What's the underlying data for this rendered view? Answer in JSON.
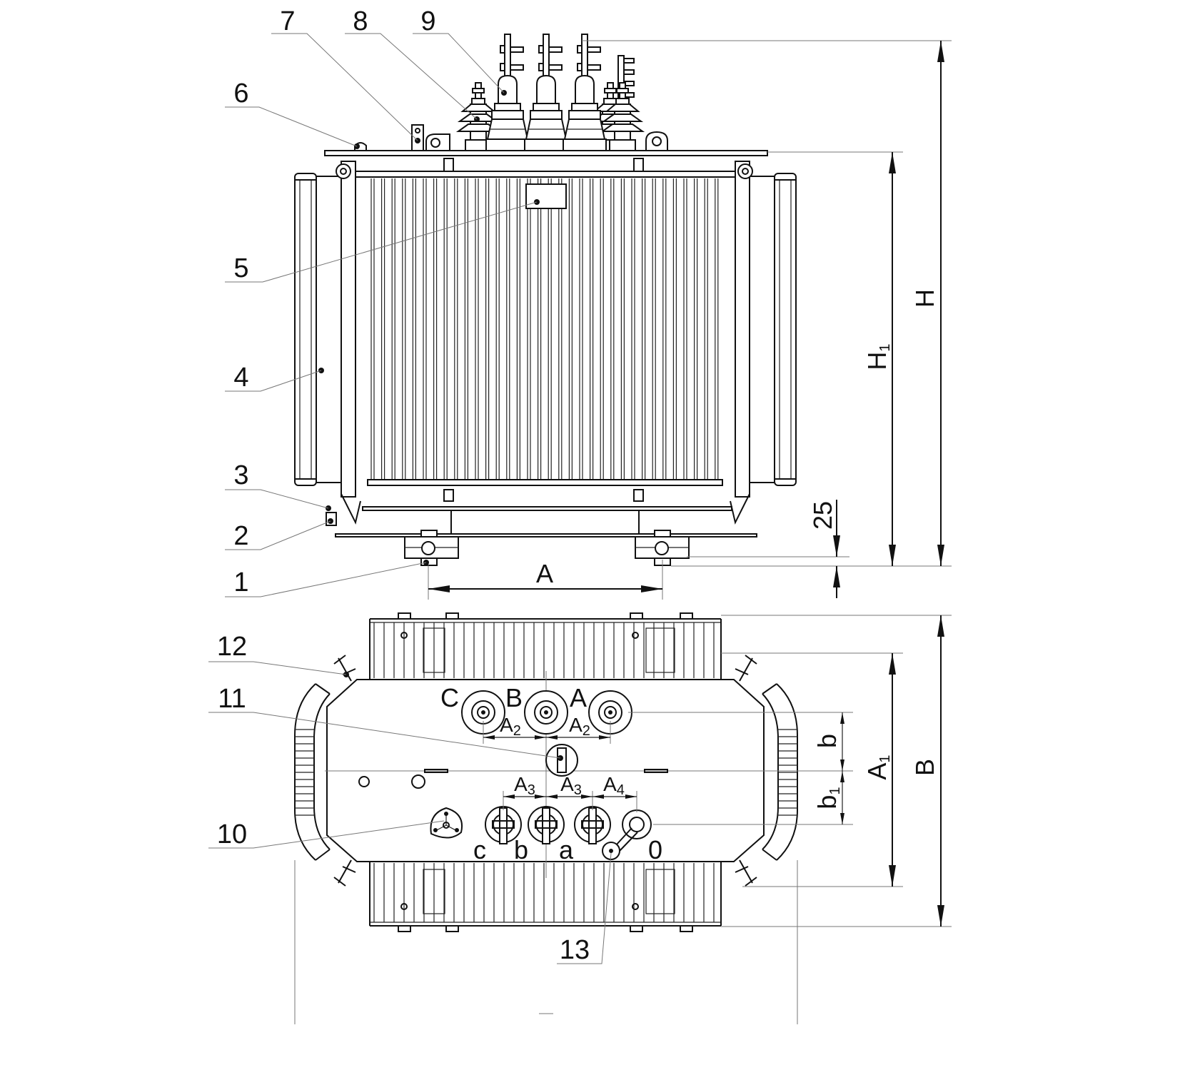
{
  "callouts": {
    "n1": "1",
    "n2": "2",
    "n3": "3",
    "n4": "4",
    "n5": "5",
    "n6": "6",
    "n7": "7",
    "n8": "8",
    "n9": "9",
    "n10": "10",
    "n11": "11",
    "n12": "12",
    "n13": "13"
  },
  "dimensions": {
    "A": "A",
    "H": "H",
    "H1": {
      "main": "H",
      "sub": "1"
    },
    "d25": "25",
    "B": "B",
    "A1": {
      "main": "A",
      "sub": "1"
    },
    "A2": {
      "main": "A",
      "sub": "2"
    },
    "A3": {
      "main": "A",
      "sub": "3"
    },
    "A4": {
      "main": "A",
      "sub": "4"
    },
    "b": "b",
    "b1": {
      "main": "b",
      "sub": "1"
    }
  },
  "phases": {
    "hv": [
      "C",
      "B",
      "A"
    ],
    "lv": [
      "c",
      "b",
      "a",
      "0"
    ]
  }
}
